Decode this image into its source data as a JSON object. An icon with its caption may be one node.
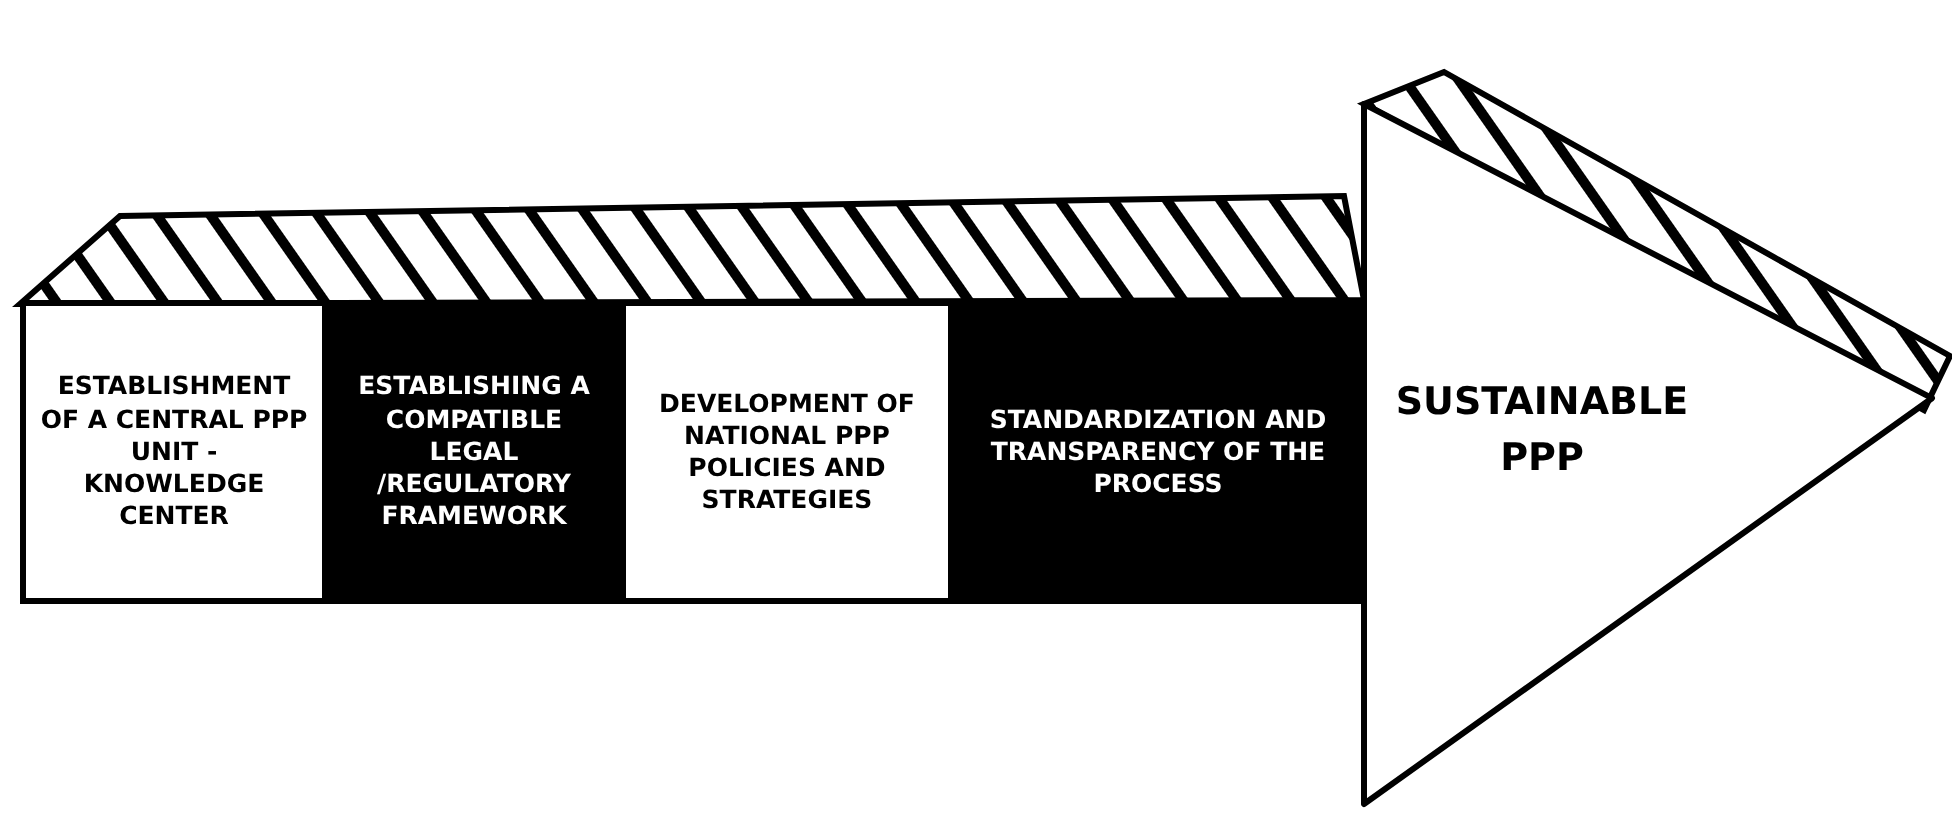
{
  "diagram": {
    "nodes": [
      {
        "text": [
          "ESTABLISHMENT OF A CENTRAL PPP UNIT - KNOWLEDGE CENTER"
        ]
      },
      {
        "text": [
          "ESTABLISHING A COMPATIBLE LEGAL /REGULATORY FRAMEWORK"
        ]
      },
      {
        "text": [
          "DEVELOPMENT OF NATIONAL PPP POLICIES AND STRATEGIES"
        ]
      },
      {
        "text": [
          "STANDARDIZATION AND TRANSPARENCY OF THE PROCESS"
        ]
      },
      {
        "text": [
          "SUSTAINABLE PPP"
        ]
      }
    ]
  }
}
